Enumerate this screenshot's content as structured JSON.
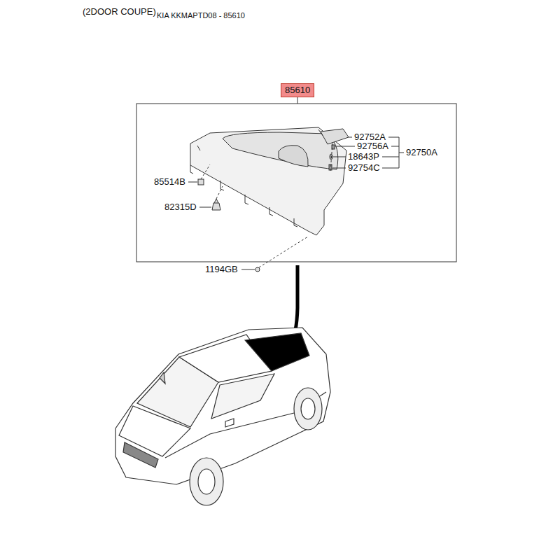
{
  "diagram": {
    "title": "(2DOOR COUPE)",
    "nodes": [
      {
        "text": [
          "85610"
        ]
      }
    ],
    "labels": [
      "KIA KKMAPTD08 - 85610",
      "92752A",
      "92756A",
      "18643P",
      "92754C",
      "92750A",
      "85514B",
      "82315D",
      "1194GB"
    ]
  }
}
